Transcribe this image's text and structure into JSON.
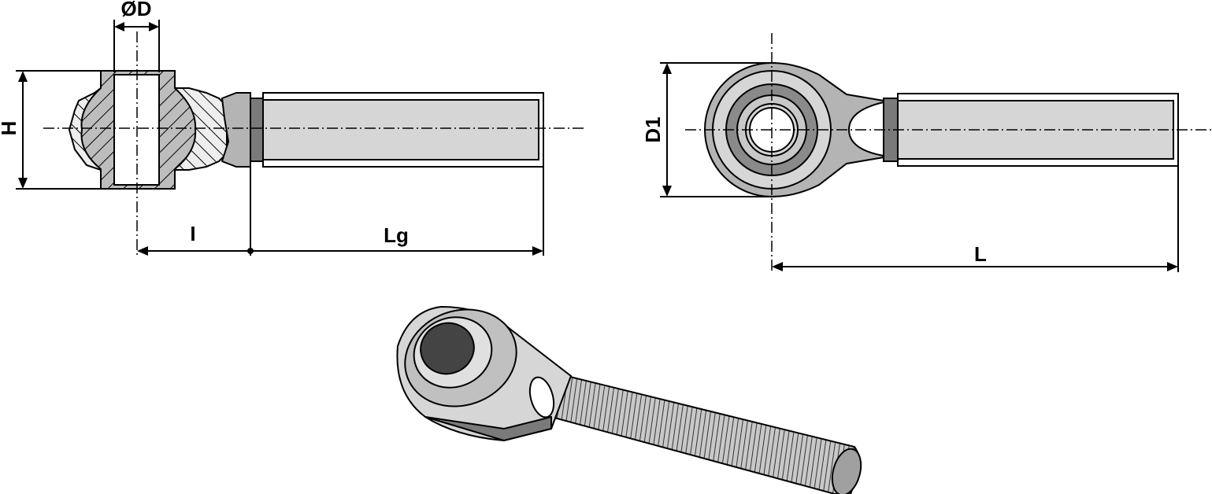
{
  "labels": {
    "bore_diameter": "ØD",
    "height": "H",
    "eye_length": "I",
    "thread_length": "Lg",
    "eye_diameter": "D1",
    "total_length": "L"
  },
  "colors": {
    "steel_light": "#d6d6d6",
    "steel_mid": "#b4b4b4",
    "steel_dark": "#7a7a7a",
    "line": "#000000"
  }
}
